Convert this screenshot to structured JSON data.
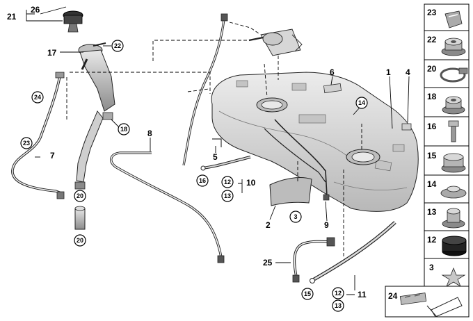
{
  "callouts_plain": [
    "26",
    "21",
    "17",
    "7",
    "8",
    "5",
    "10",
    "2",
    "9",
    "25",
    "11",
    "6",
    "1",
    "4"
  ],
  "callouts_circled": [
    "22",
    "24",
    "23",
    "18",
    "20",
    "20",
    "16",
    "12",
    "13",
    "3",
    "14",
    "15",
    "12",
    "13"
  ],
  "legend_labels": [
    "23",
    "22",
    "20",
    "18",
    "16",
    "15",
    "14",
    "13",
    "12",
    "3"
  ],
  "legend_footer_label": "24",
  "colors": {
    "tank": "#d4d4d4",
    "part_gray": "#9a9a9a",
    "line": "#000000"
  }
}
